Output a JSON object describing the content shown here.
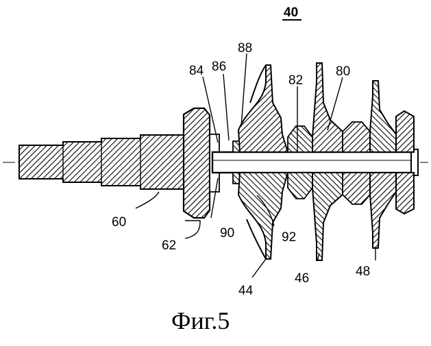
{
  "figure": {
    "number": "40",
    "caption": "Фиг.5"
  },
  "labels": {
    "l88": "88",
    "l86": "86",
    "l84": "84",
    "l82": "82",
    "l80": "80",
    "l60": "60",
    "l62": "62",
    "l90": "90",
    "l92": "92",
    "l44": "44",
    "l46": "46",
    "l48": "48"
  },
  "colors": {
    "ink": "#000000",
    "paper": "#ffffff"
  }
}
